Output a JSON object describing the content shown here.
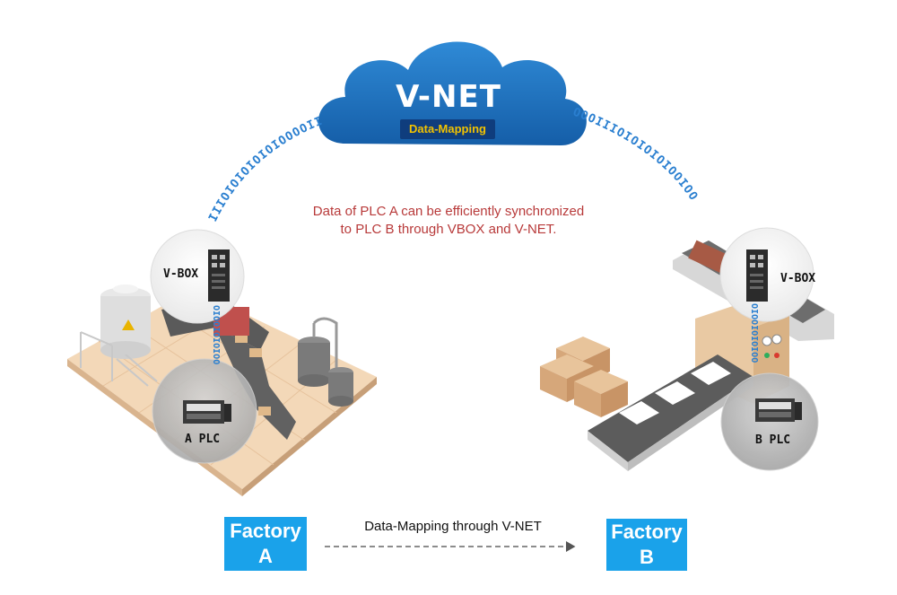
{
  "cloud": {
    "title": "V-NET",
    "badge": "Data-Mapping"
  },
  "sync_text": [
    "Data of PLC A can be efficiently synchronized",
    "to PLC B through VBOX and V-NET."
  ],
  "left_site": {
    "vbox_label": "V-BOX",
    "plc_label": "A PLC"
  },
  "right_site": {
    "vbox_label": "V-BOX",
    "plc_label": "B PLC"
  },
  "bottom": {
    "factory_a": [
      "Factory",
      "A"
    ],
    "factory_b": [
      "Factory",
      "B"
    ],
    "mapping_label": "Data-Mapping through V-NET"
  },
  "binary": {
    "left_arc": "IIIOIOIOIOIOIOOOOII",
    "right_arc": "OOOIIIOIOIOIOIOOIOO",
    "left_link": "OIOOIOIOIOO",
    "right_link": "OIOOIOIOIOO"
  },
  "colors": {
    "cloud": "#1a72bf",
    "cloud_badge": "#0f3d7d",
    "badge_text": "#f2c200",
    "sync_text": "#b83a3a",
    "factory_box": "#1aa2ea",
    "binary": "#2a7fd0"
  }
}
